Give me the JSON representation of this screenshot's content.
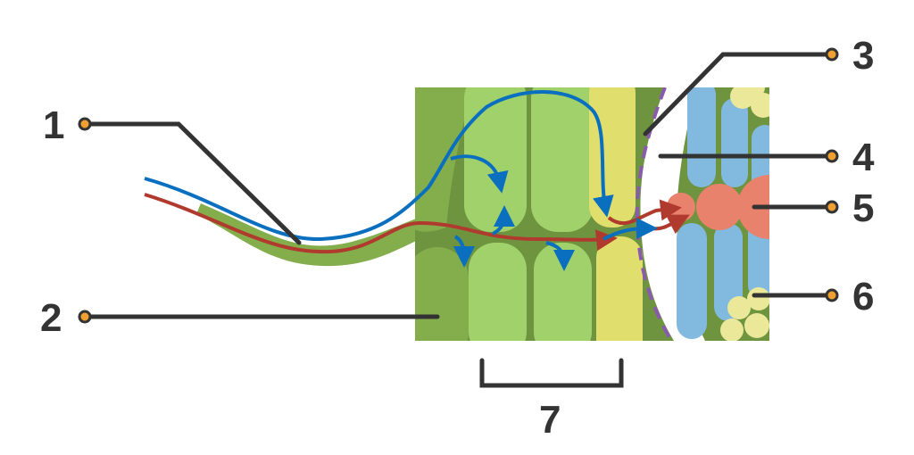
{
  "labels": {
    "l1": "1",
    "l2": "2",
    "l3": "3",
    "l4": "4",
    "l5": "5",
    "l6": "6",
    "l7": "7"
  },
  "colors": {
    "background_tissue": "#6f9440",
    "epidermis": "#84ad4c",
    "cortex": "#a0d16a",
    "endodermis": "#e0df6d",
    "casparian_strip": "#8a5aad",
    "xylem": "#82b9df",
    "vessel": "#e8826c",
    "phloem": "#ebe89a",
    "apoplast_path": "#b03a2e",
    "symplast_path": "#0a6fbf",
    "leader": "#333333",
    "dot": "#f0a030"
  }
}
